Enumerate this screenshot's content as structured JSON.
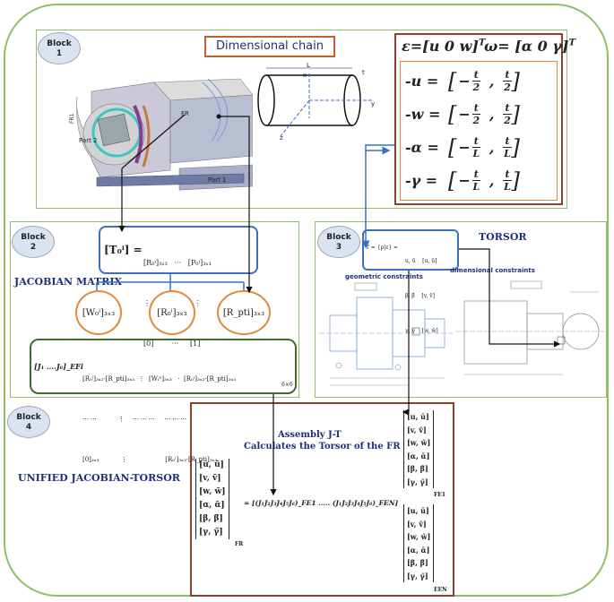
{
  "blocks": {
    "block1": {
      "badge": "Block\n1"
    },
    "block2": {
      "badge": "Block\n2"
    },
    "block3": {
      "badge": "Block\n3"
    },
    "block4": {
      "badge": "Block\n4"
    }
  },
  "block1": {
    "title": "Dimensional chain",
    "eps": "ε=[u 0 w]",
    "omega": "ω= [α 0 γ]",
    "sup_t": "T",
    "rows": [
      {
        "lhs": "-u =",
        "a": "t",
        "ad": "2",
        "b": "t",
        "bd": "2"
      },
      {
        "lhs": "-w =",
        "a": "t",
        "ad": "2",
        "b": "t",
        "bd": "2"
      },
      {
        "lhs": "-α =",
        "a": "t",
        "ad": "L",
        "b": "t",
        "bd": "L"
      },
      {
        "lhs": "-γ =",
        "a": "t",
        "ad": "L",
        "b": "t",
        "bd": "L"
      }
    ],
    "part1": "Part 1",
    "part2": "Part 2",
    "fr": "FR",
    "fr1": "FR1",
    "axis_x": "x",
    "axis_y": "y",
    "axis_z": "z",
    "axis_l": "L",
    "axis_t": "t"
  },
  "block2": {
    "title": "JACOBIAN MATRIX",
    "t0i": "[T₀ⁱ] =",
    "matrix_rows": [
      "[R₀ⁱ]₃ₓ₃   ···   [P₀ⁱ]₃ₓ₁",
      "⋮         ⋱       ⋮",
      "[0]        ···     [1]"
    ],
    "circles": [
      "[W₀ⁱ]₃ₓ₃",
      "[R₀ⁱ]₃ₓ₃",
      "[R_pti]₃ₓ₃"
    ],
    "j_lhs": "[J₁ ....J₆]_EFi",
    "j_rows": [
      "[R₀ⁱ]₃ₓ₃·[R_pti]₃ₓ₃  ⋮  [Wᵢⁿ]₃ₓ₃   ·  [R₀ⁱ]₃ₓ₃·[R_pti]₃ₓ₃",
      "··· ···           ⋮    ··· ··· ···     ··· ··· ···",
      "[0]₃ₓ₃           ⋮                   [R₀ⁱ]₃ₓ₃·[R_pti]₃ₓ₃"
    ],
    "j_sub": "6×6"
  },
  "block3": {
    "title": "TORSOR",
    "geo": "geometric constraints",
    "dim": "dimensional constraints",
    "torsor_lhs": "T = {ρ|ε} =",
    "torsor_rows": [
      "u, ū    [u, ū]",
      "β, β̄    [v, v̄]",
      "γ, γ̄    [w, w̄]"
    ]
  },
  "block4": {
    "title": "UNIFIED JACOBIAN-TORSOR",
    "assembly_line1": "Assembly J-T",
    "assembly_line2": "Calculates the Torsor of the FR",
    "vec_rows": [
      "[u, ū]",
      "[v, v̄]",
      "[w, w̄]",
      "[α, ᾱ]",
      "[β, β̄]",
      "[γ, γ̄]"
    ],
    "fr_sub": "FR",
    "equation": "= [(J₁J₂J₃J₄J₅J₆)_FE1 ..... (J₁J₂J₃J₄J₅J₆)_FEN]",
    "fe1_sub": "FE1",
    "fen_sub": "EEN"
  },
  "colors": {
    "green": "#8fbf6a",
    "blue": "#3a6fc4",
    "orange": "#e08a3c",
    "brown": "#8c3f2a",
    "navy": "#1f2f7a"
  }
}
